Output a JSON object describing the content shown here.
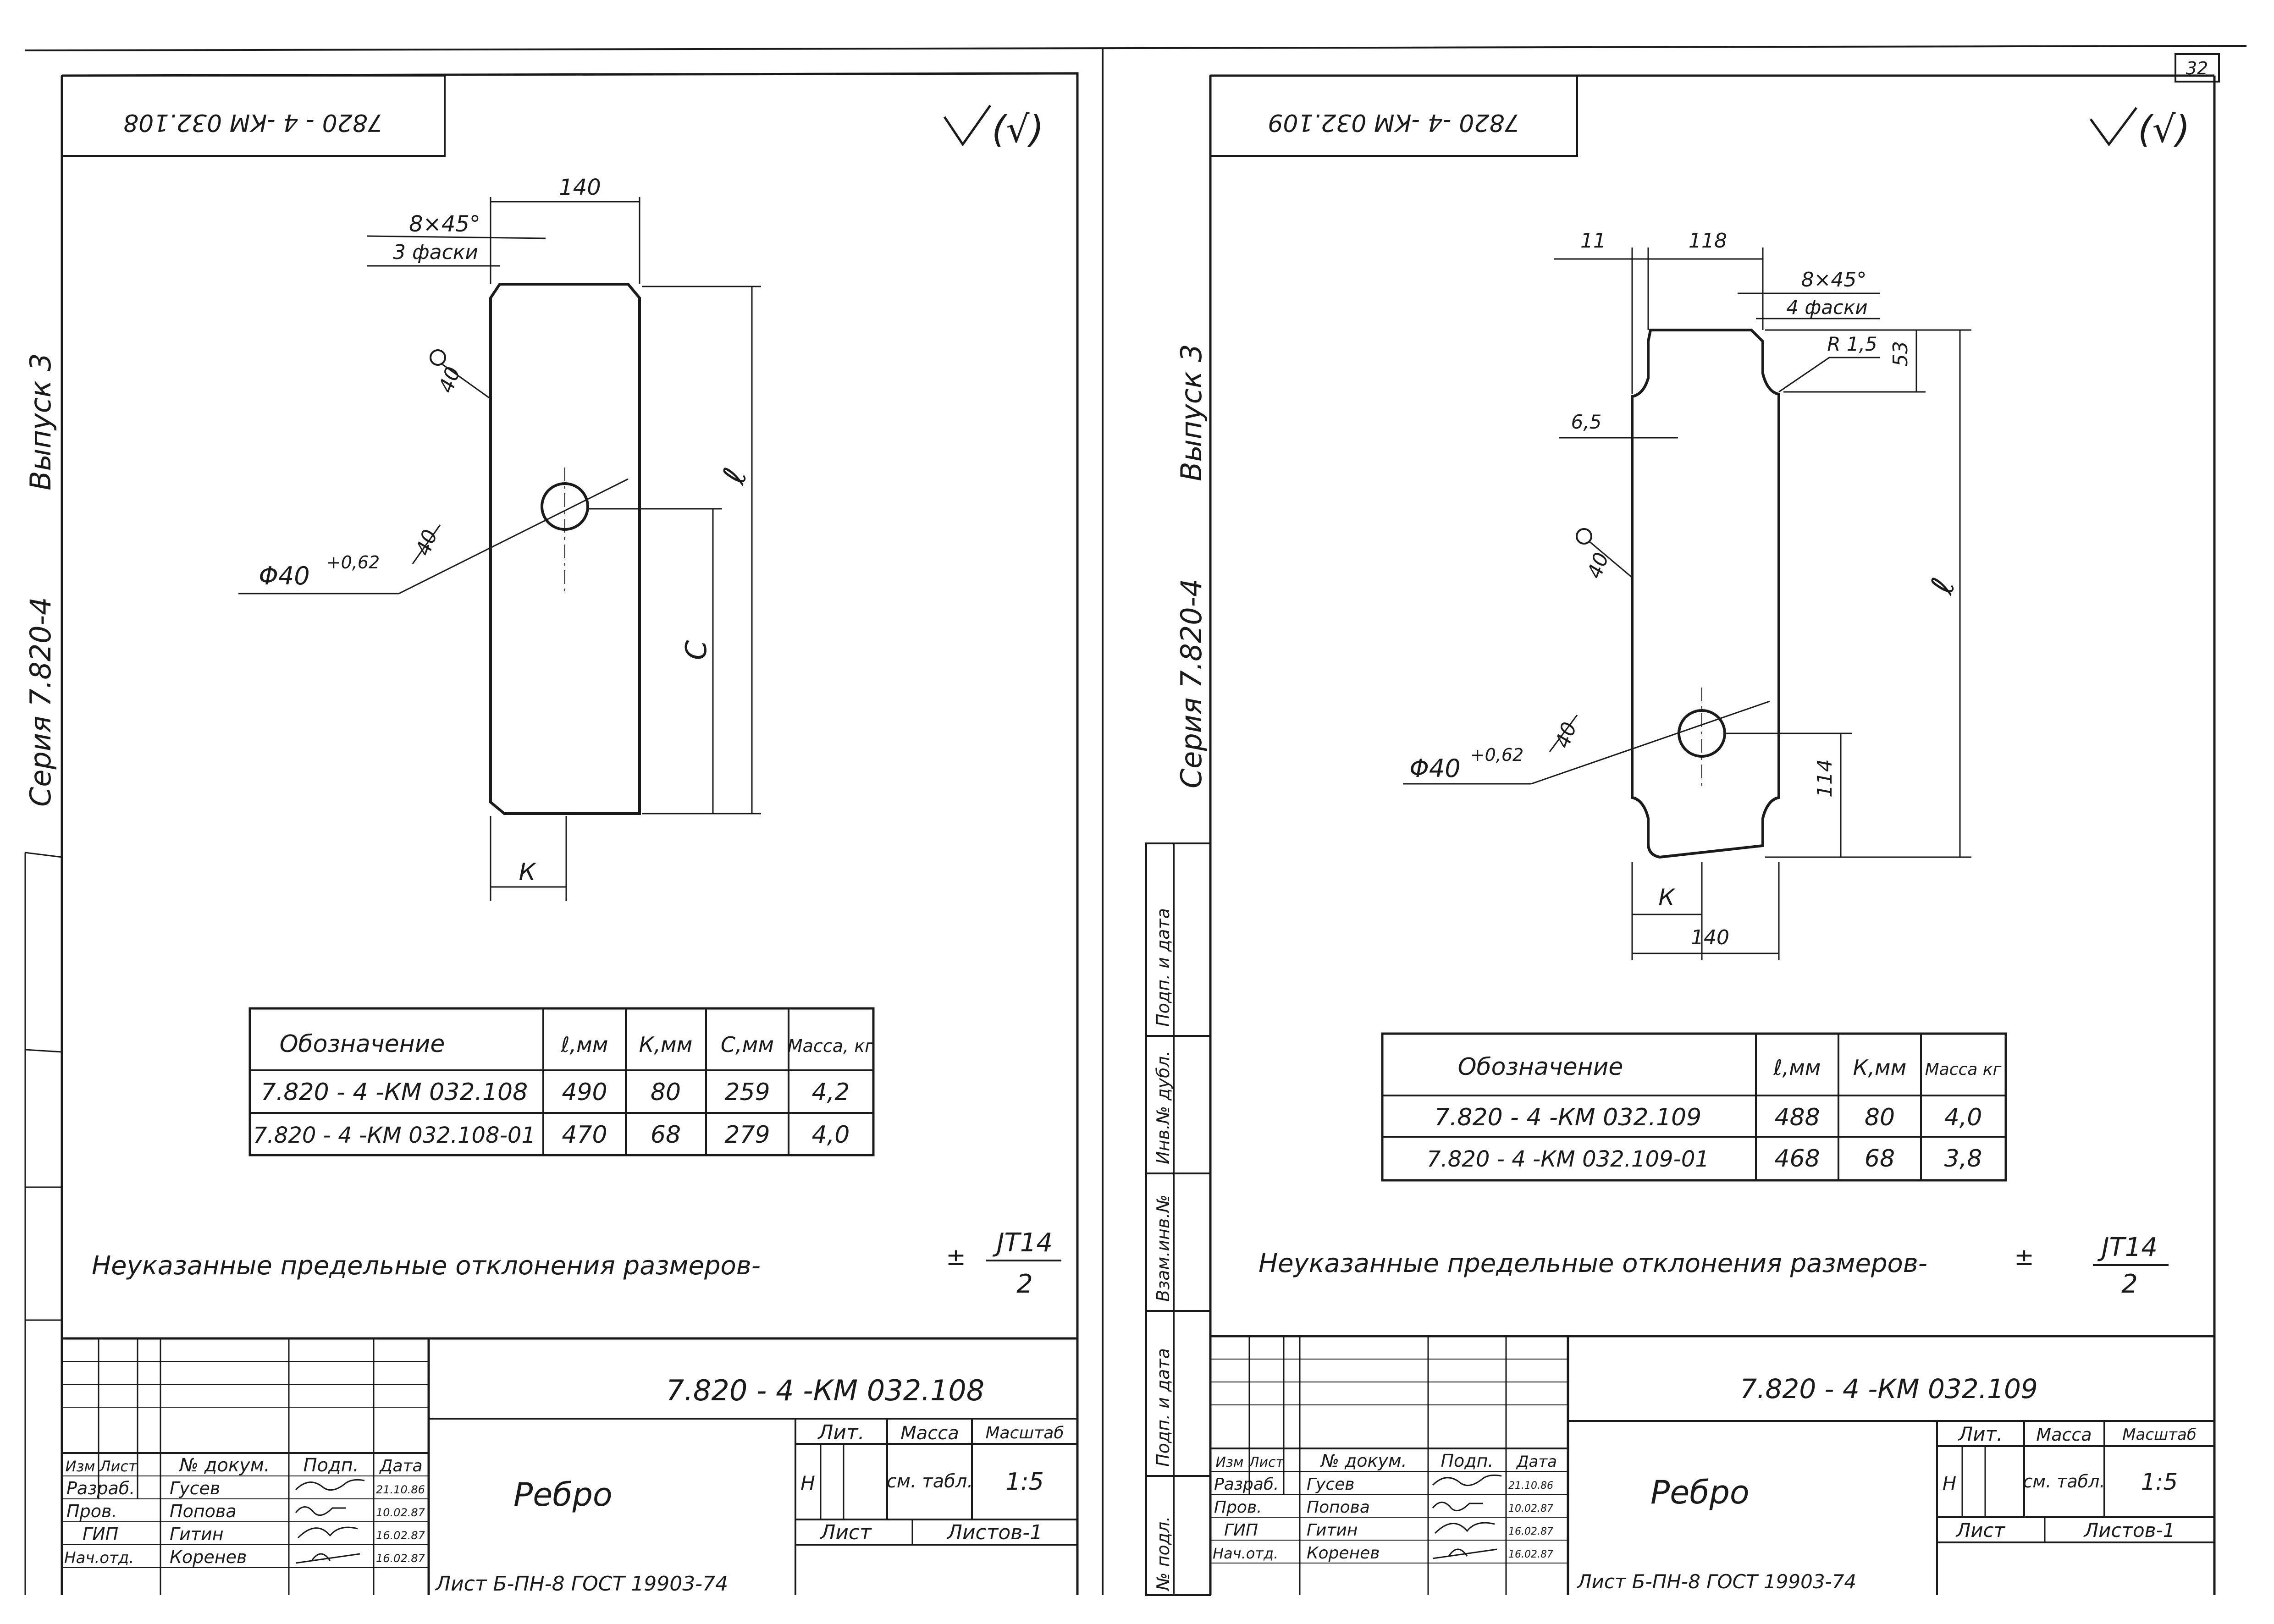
{
  "page_number": "32",
  "left": {
    "stamp_code": "7820 - 4 -КМ 032.108",
    "roughness": "(√)",
    "side_series": "Серия 7.820-4",
    "side_issue": "Выпуск 3",
    "dims": {
      "width": "140",
      "chamfer": "8×45°",
      "chamfer_count": "3 фаски",
      "weld1": "40",
      "weld2": "40",
      "hole": "Φ40",
      "hole_tol": "+0,62",
      "l": "ℓ",
      "c": "С",
      "k": "К"
    },
    "table": {
      "headers": [
        "Обозначение",
        "ℓ,мм",
        "К,мм",
        "С,мм",
        "Масса, кг"
      ],
      "rows": [
        [
          "7.820 - 4 -КМ 032.108",
          "490",
          "80",
          "259",
          "4,2"
        ],
        [
          "7.820 - 4 -КМ 032.108-01",
          "470",
          "68",
          "279",
          "4,0"
        ]
      ]
    },
    "note": "Неуказанные предельные отклонения размеров-",
    "note_pm": "±",
    "note_num": "JT14",
    "note_den": "2",
    "title_block": {
      "code": "7.820 - 4 -КМ 032.108",
      "name": "Ребро",
      "head": [
        "Изм",
        "Лист",
        "№ докум.",
        "Подп.",
        "Дата"
      ],
      "people": [
        [
          "Разраб.",
          "Гусев",
          "21.10.86"
        ],
        [
          "Пров.",
          "Попова",
          "10.02.87"
        ],
        [
          "ГИП",
          "Гитин",
          "16.02.87"
        ],
        [
          "Нач.отд.",
          "Коренев",
          "16.02.87"
        ]
      ],
      "lit_label": "Лит.",
      "mass_label": "Масса",
      "scale_label": "Масштаб",
      "lit": "Н",
      "mass": "см. табл.",
      "scale": "1:5",
      "sheet_label": "Лист",
      "sheets_label": "Листов-1",
      "material": "Лист Б-ПН-8 ГОСТ 19903-74"
    }
  },
  "right": {
    "stamp_code": "7820 -4 -КМ 032.109",
    "roughness": "(√)",
    "side_series": "Серия 7.820-4",
    "side_issue": "Выпуск 3",
    "side_boxes": [
      "Взам.инв.№",
      "Инв.№ дубл.",
      "Подп. и дата",
      "Подп. и дата",
      "№ подл."
    ],
    "dims": {
      "d11": "11",
      "d118": "118",
      "chamfer": "8×45°",
      "chamfer_count": "4 фаски",
      "radius": "R 1,5",
      "d53": "53",
      "d65": "6,5",
      "weld1": "40",
      "weld2": "40",
      "hole": "Φ40",
      "hole_tol": "+0,62",
      "l": "ℓ",
      "d114": "114",
      "k": "К",
      "d140": "140"
    },
    "table": {
      "headers": [
        "Обозначение",
        "ℓ,мм",
        "К,мм",
        "Масса кг"
      ],
      "rows": [
        [
          "7.820 - 4 -КМ 032.109",
          "488",
          "80",
          "4,0"
        ],
        [
          "7.820 - 4 -КМ 032.109-01",
          "468",
          "68",
          "3,8"
        ]
      ]
    },
    "note": "Неуказанные предельные отклонения размеров-",
    "note_pm": "±",
    "note_num": "JT14",
    "note_den": "2",
    "title_block": {
      "code": "7.820 - 4 -КМ 032.109",
      "name": "Ребро",
      "head": [
        "Изм",
        "Лист",
        "№ докум.",
        "Подп.",
        "Дата"
      ],
      "people": [
        [
          "Разраб.",
          "Гусев",
          "21.10.86"
        ],
        [
          "Пров.",
          "Попова",
          "10.02.87"
        ],
        [
          "ГИП",
          "Гитин",
          "16.02.87"
        ],
        [
          "Нач.отд.",
          "Коренев",
          "16.02.87"
        ]
      ],
      "lit_label": "Лит.",
      "mass_label": "Масса",
      "scale_label": "Масштаб",
      "lit": "Н",
      "mass": "см. табл.",
      "scale": "1:5",
      "sheet_label": "Лист",
      "sheets_label": "Листов-1",
      "material": "Лист Б-ПН-8 ГОСТ 19903-74"
    }
  }
}
